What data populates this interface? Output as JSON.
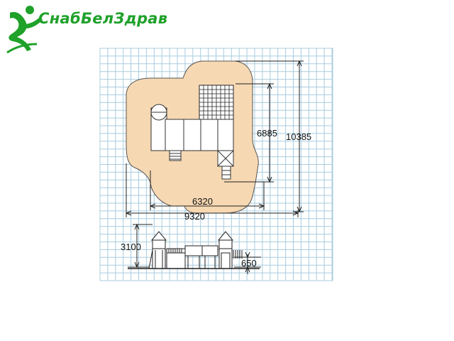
{
  "brand": {
    "name": "СнабБелЗдрав",
    "icon": "runner-logo-icon",
    "color": "#1fa12a"
  },
  "plan": {
    "dimensions": {
      "height_total": "10385",
      "height_inner": "6885",
      "width_inner": "6320",
      "width_total": "9320"
    },
    "colors": {
      "grid_line": "#a9ccdf",
      "safety_zone": "#f6d8b3",
      "outline": "#333333"
    }
  },
  "elevation": {
    "dimensions": {
      "height": "3100",
      "base": "650"
    }
  }
}
